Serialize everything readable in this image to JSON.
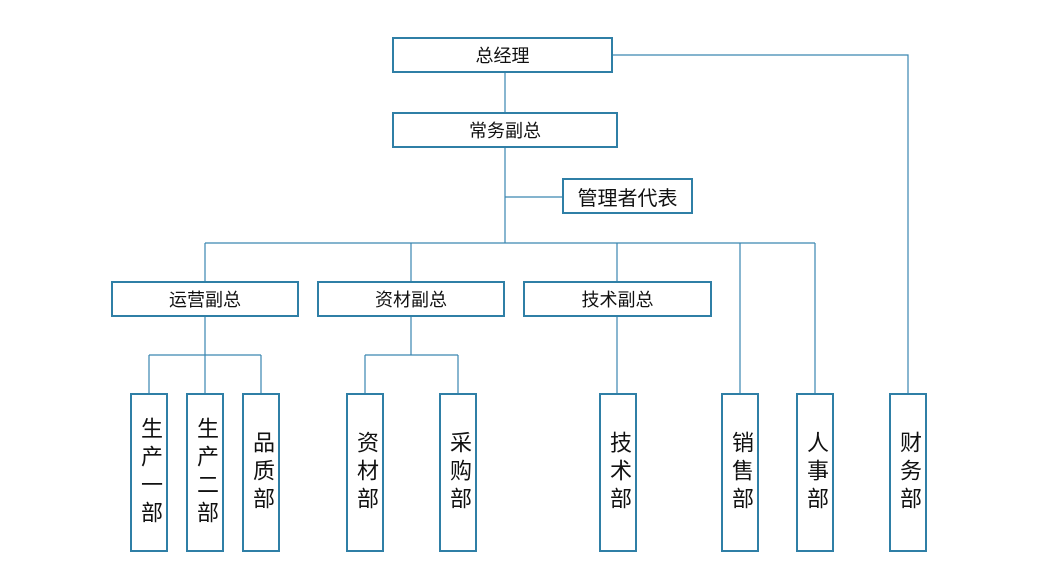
{
  "colors": {
    "border": "#2f7fa6",
    "line": "#3a86b0"
  },
  "nodes": {
    "gm": "总经理",
    "exec_vp": "常务副总",
    "mgmt_rep": "管理者代表",
    "ops_vp": "运营副总",
    "materials_vp": "资材副总",
    "tech_vp": "技术副总",
    "prod1": "生产一部",
    "prod2": "生产二部",
    "quality": "品质部",
    "materials": "资材部",
    "purchasing": "采购部",
    "tech": "技术部",
    "sales": "销售部",
    "hr": "人事部",
    "finance": "财务部"
  }
}
